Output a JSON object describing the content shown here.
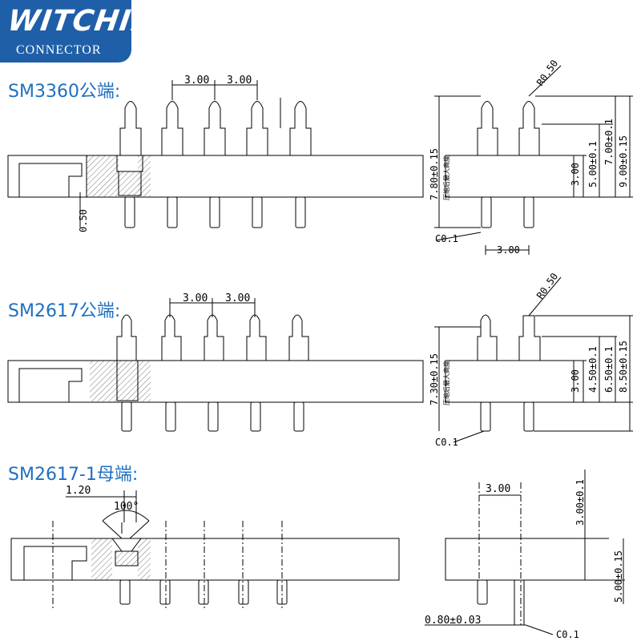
{
  "logo": {
    "word": "WITCHIP",
    "sub": "CONNECTOR"
  },
  "sections": {
    "s1": "SM3360公端:",
    "s2": "SM2617公端:",
    "s3": "SM2617-1母端:"
  },
  "colors": {
    "brand": "#1f5fa8",
    "heading": "#1f6fc0"
  },
  "dims": {
    "pitch": "3.00",
    "r050": "R0.50",
    "c01": "C0.1",
    "d050": "0.50",
    "d300": "3.00",
    "s1_780": "7.80±0.15",
    "s1_500": "5.00±0.1",
    "s1_700": "7.00±0.1",
    "s1_900": "9.00±0.15",
    "s2_730": "7.30±0.15",
    "s2_450": "4.50±0.1",
    "s2_650": "6.50±0.1",
    "s2_850": "8.50±0.15",
    "s3_120": "1.20",
    "s3_100": "100°",
    "s3_300": "3.00±0.1",
    "s3_500": "5.00±0.15",
    "s3_080": "0.80±0.03",
    "note": "压缩后最大高度"
  }
}
